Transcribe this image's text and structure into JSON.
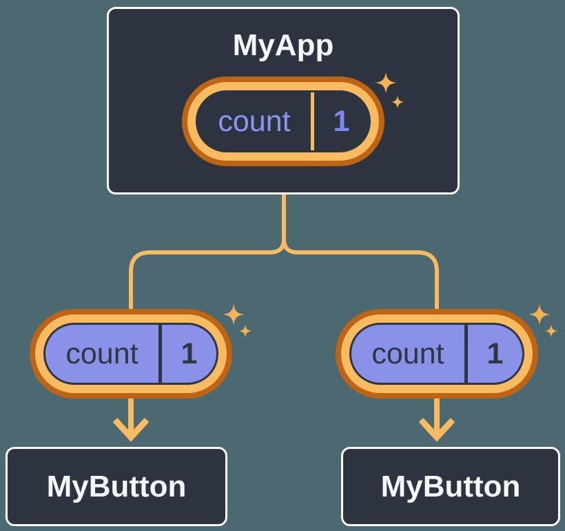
{
  "colors": {
    "page-bg": "#4c6870",
    "card-bg": "#2e343f",
    "card-border": "#ffffff",
    "text-light": "#f6f7f9",
    "orange-dark": "#bd6415",
    "orange-light": "#f8bb61",
    "sparkle": "#f5b155",
    "purple-fill": "#8a91e9",
    "purple-text": "#8b96f3",
    "purple-value": "#7c88ee",
    "ink-dark": "#2f3541"
  },
  "diagram": {
    "root": {
      "title": "MyApp",
      "state": {
        "name": "count",
        "value": "1"
      }
    },
    "children": [
      {
        "title": "MyButton",
        "state": {
          "name": "count",
          "value": "1"
        }
      },
      {
        "title": "MyButton",
        "state": {
          "name": "count",
          "value": "1"
        }
      }
    ]
  }
}
